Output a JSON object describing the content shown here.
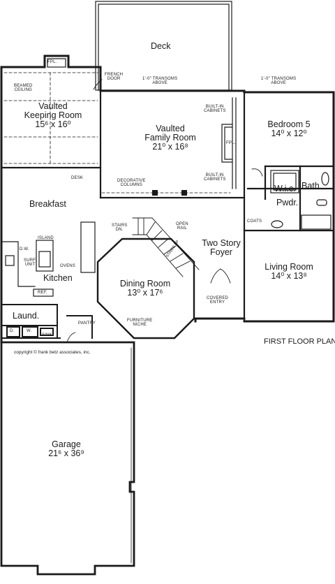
{
  "title": "FIRST FLOOR PLAN",
  "copyright": "copyright © frank betz associates, inc.",
  "rooms": {
    "deck": "Deck",
    "keeping": {
      "name1": "Vaulted",
      "name2": "Keeping Room",
      "dims": "15⁶ x 16⁰"
    },
    "family": {
      "name1": "Vaulted",
      "name2": "Family Room",
      "dims": "21⁰ x 16⁸"
    },
    "bedroom": {
      "name": "Bedroom 5",
      "dims": "14⁰ x 12⁰"
    },
    "breakfast": "Breakfast",
    "kitchen": "Kitchen",
    "dining": {
      "name": "Dining Room",
      "dims": "13⁰ x 17⁶"
    },
    "foyer": {
      "name1": "Two Story",
      "name2": "Foyer"
    },
    "living": {
      "name": "Living Room",
      "dims": "14⁰ x 13⁸"
    },
    "garage": {
      "name": "Garage",
      "dims": "21⁶ x 36⁹"
    },
    "laundry": "Laund.",
    "bath": "Bath",
    "wic": "W.i.c.",
    "powder": "Pwdr."
  },
  "notes": {
    "fpl_top": "FPL.",
    "beamed1": "BEAMED",
    "beamed2": "CEILING",
    "french1": "FRENCH",
    "french2": "DOOR",
    "transoms1": "1'-0\" TRANSOMS",
    "transoms1b": "ABOVE",
    "transoms2": "1'-0\" TRANSOMS",
    "transoms2b": "ABOVE",
    "builtin1a": "BUILT-IN",
    "builtin1b": "CABINETS",
    "builtin2a": "BUILT-IN",
    "builtin2b": "CABINETS",
    "fpl_family": "FPL.",
    "desk": "DESK",
    "columns1": "DECORATIVE",
    "columns2": "COLUMNS",
    "coats": "COATS",
    "stairs_dn1": "STAIRS",
    "stairs_dn2": "DN.",
    "open_rail1": "OPEN",
    "open_rail2": "RAIL",
    "stairs_up": "STAIRS UP",
    "island": "ISLAND",
    "dw": "D.W.",
    "surf1": "SURF.",
    "surf2": "UNIT",
    "ovens": "OVENS",
    "ref": "REF.",
    "pantry": "PANTRY",
    "niche1": "FURNITURE",
    "niche2": "NICHE",
    "covered1": "COVERED",
    "covered2": "ENTRY",
    "d": "D.",
    "w": "W.",
    "sink": "SINK"
  }
}
